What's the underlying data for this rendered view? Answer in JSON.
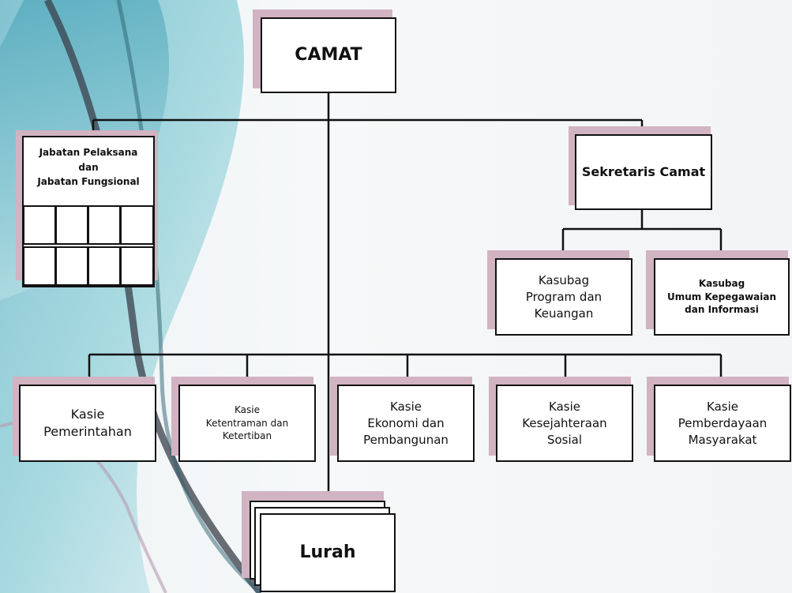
{
  "diagram": {
    "camat": "CAMAT",
    "jabatan": "Jabatan Pelaksana\ndan\nJabatan Fungsional",
    "sekretaris": "Sekretaris Camat",
    "kasubag_program": "Kasubag\nProgram dan\nKeuangan",
    "kasubag_umum": "Kasubag\nUmum Kepegawaian\ndan Informasi",
    "kasie_pemerintahan": "Kasie\nPemerintahan",
    "kasie_ketentraman": "Kasie\nKetentraman dan\nKetertiban",
    "kasie_ekonomi": "Kasie\nEkonomi dan\nPembangunan",
    "kasie_kesejahteraan": "Kasie\nKesejahteraan\nSosial",
    "kasie_pemberdayaan": "Kasie\nPemberdayaan\nMasyarakat",
    "lurah": "Lurah"
  }
}
